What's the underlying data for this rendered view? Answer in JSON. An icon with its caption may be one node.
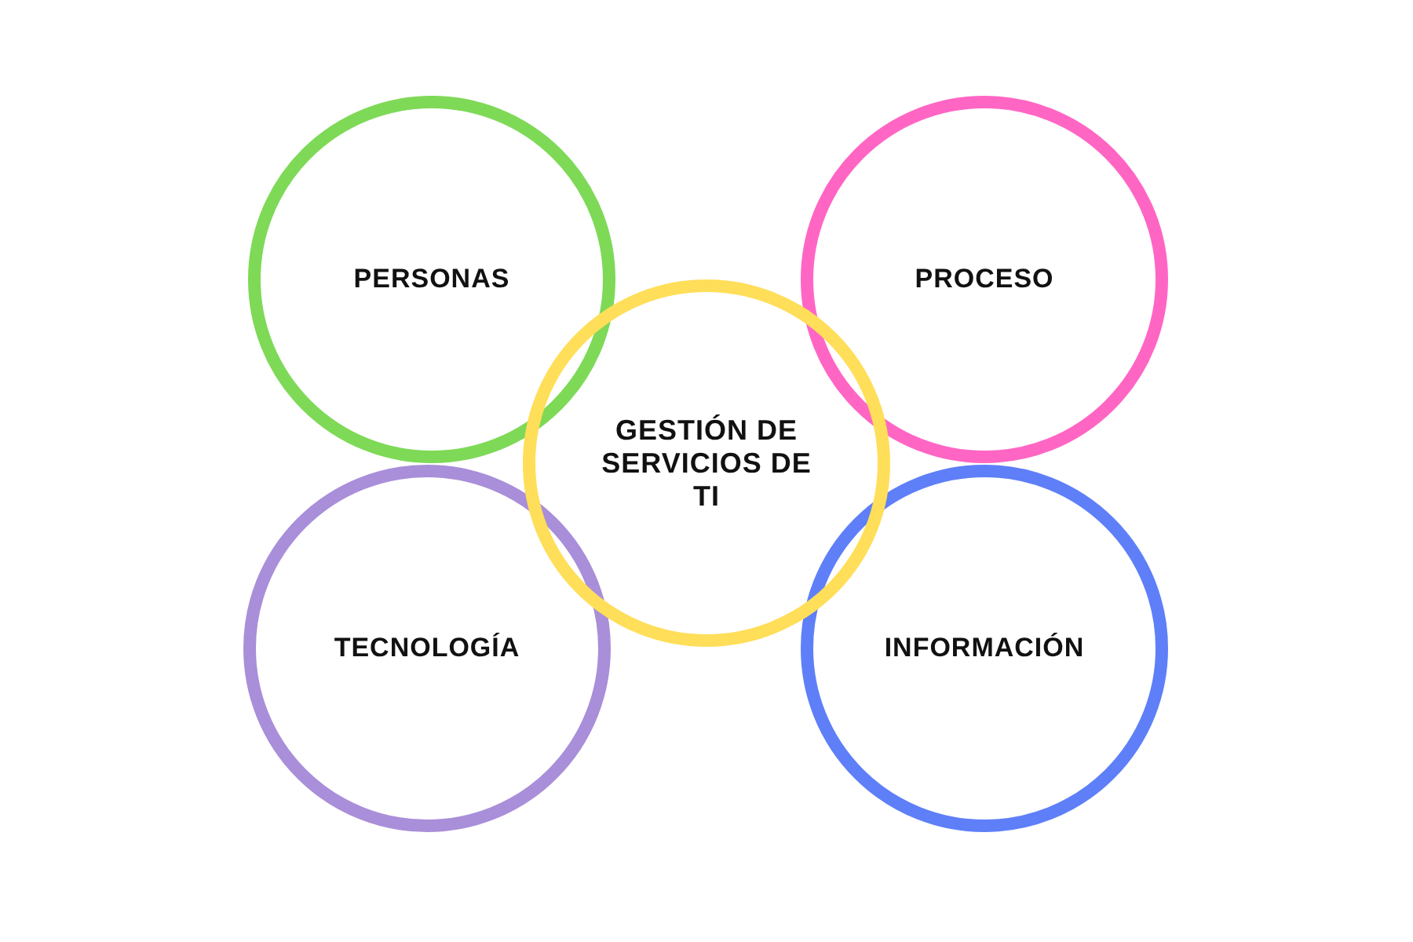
{
  "diagram": {
    "nodes": [
      {
        "text": [
          "PERSONAS"
        ]
      },
      {
        "text": [
          "PROCESO"
        ]
      },
      {
        "text": [
          "GESTIÓN DE SERVICIOS DE TI"
        ]
      },
      {
        "text": [
          "TECNOLOGÍA"
        ]
      },
      {
        "text": [
          "INFORMACIÓN"
        ]
      }
    ]
  }
}
